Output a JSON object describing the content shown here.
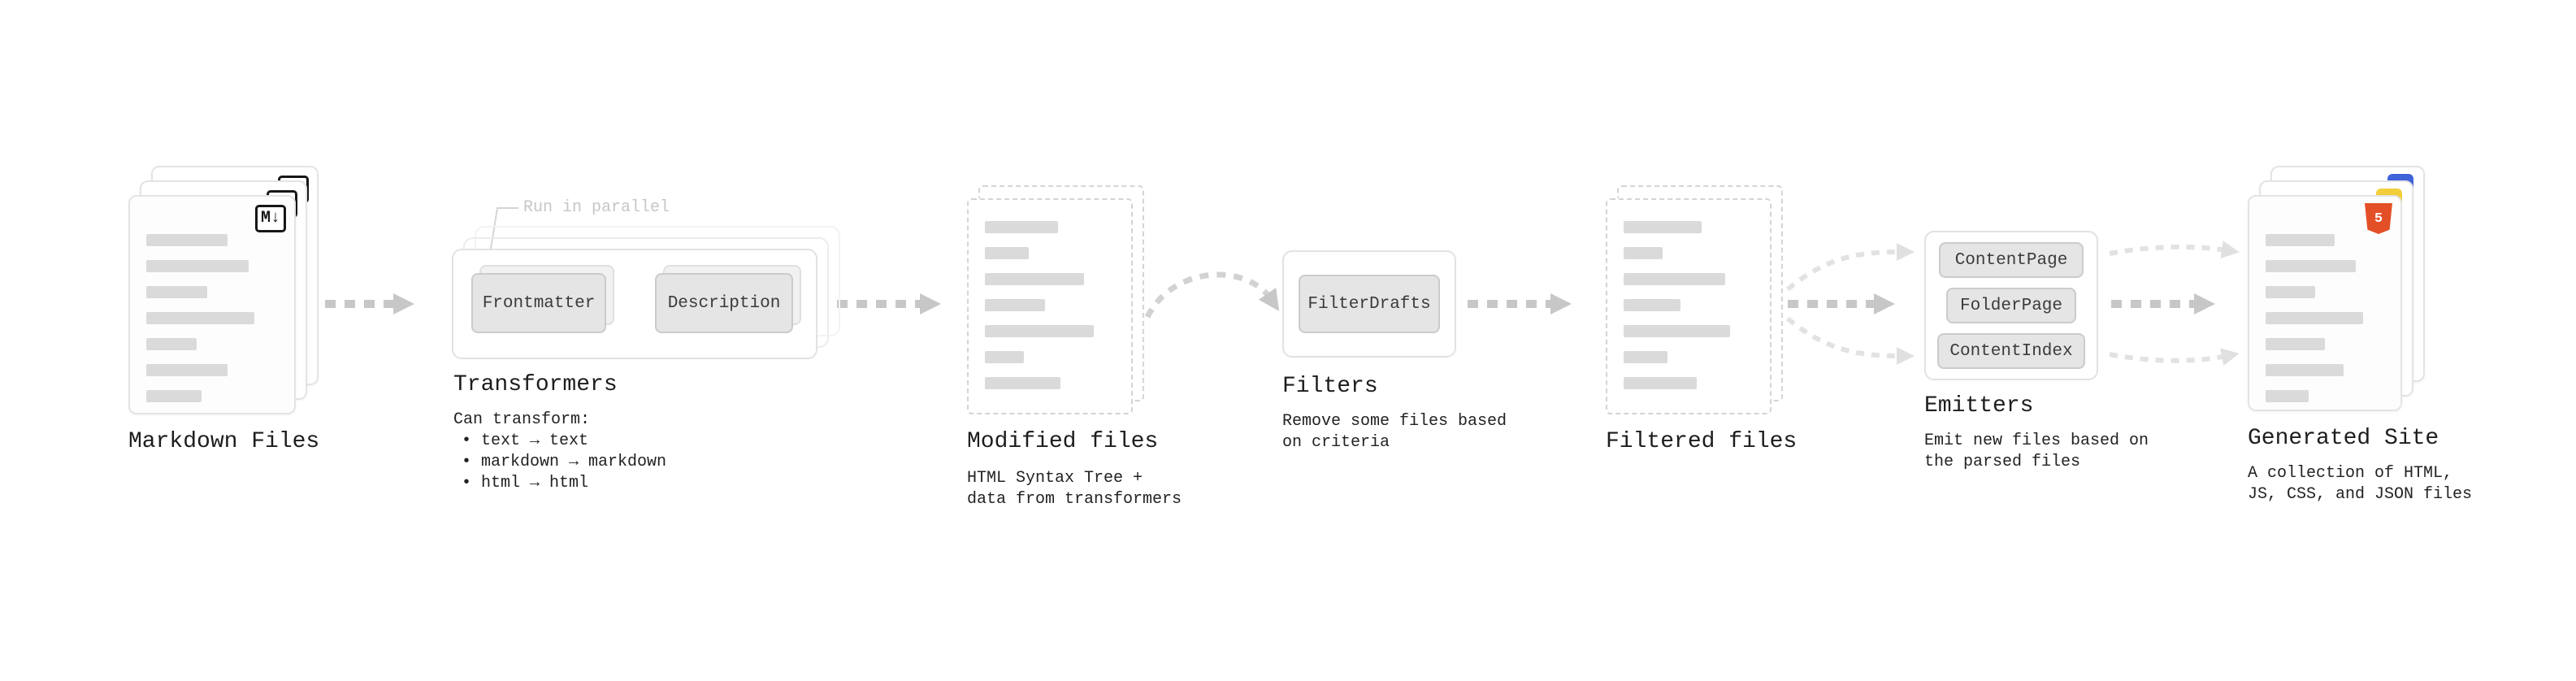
{
  "nodes": {
    "markdown_files": {
      "title": "Markdown Files",
      "badge": "M↓"
    },
    "transformers": {
      "title": "Transformers",
      "parallel_label": "Run in parallel",
      "steps": [
        "Frontmatter",
        "Description"
      ],
      "desc": [
        "Can transform:",
        "• text → text",
        "• markdown → markdown",
        "• html → html"
      ]
    },
    "modified_files": {
      "title": "Modified files",
      "desc": [
        "HTML Syntax Tree +",
        "data from transformers"
      ]
    },
    "filters": {
      "title": "Filters",
      "steps": [
        "FilterDrafts"
      ],
      "desc": [
        "Remove some files based",
        "on criteria"
      ]
    },
    "filtered_files": {
      "title": "Filtered files"
    },
    "emitters": {
      "title": "Emitters",
      "steps": [
        "ContentPage",
        "FolderPage",
        "ContentIndex"
      ],
      "desc": [
        "Emit new files based on",
        "the parsed files"
      ]
    },
    "generated_site": {
      "title": "Generated Site",
      "html_badge_text": "5",
      "desc": [
        "A collection of HTML,",
        "JS, CSS, and JSON files"
      ]
    }
  },
  "colors": {
    "arrow": "#c7c7c7",
    "arrow_light": "#e2e2e2",
    "html_badge": "#e34f26",
    "js_badge": "#f2cf3a",
    "css_badge": "#3f63d8"
  }
}
